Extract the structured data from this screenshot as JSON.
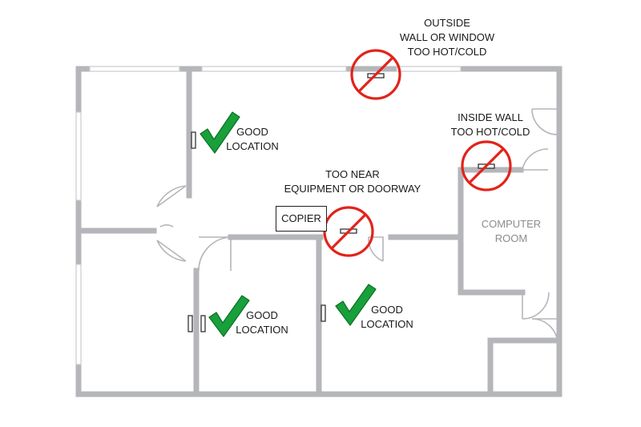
{
  "labels": {
    "outside": [
      "OUTSIDE",
      "WALL OR WINDOW",
      "TOO HOT/COLD"
    ],
    "inside": [
      "INSIDE WALL",
      "TOO HOT/COLD"
    ],
    "near": [
      "TOO NEAR",
      "EQUIPMENT OR DOORWAY"
    ],
    "good": [
      "GOOD",
      "LOCATION"
    ],
    "copier": "COPIER",
    "computer_room": [
      "COMPUTER",
      "ROOM"
    ]
  },
  "colors": {
    "wall": "#b4b6b9",
    "no_sign": "#e2231a",
    "check": "#18a03a",
    "room_text": "#8a8c8f"
  },
  "icons": {
    "bad": "no-symbol-icon",
    "good": "checkmark-icon",
    "device": "thermostat-icon"
  }
}
